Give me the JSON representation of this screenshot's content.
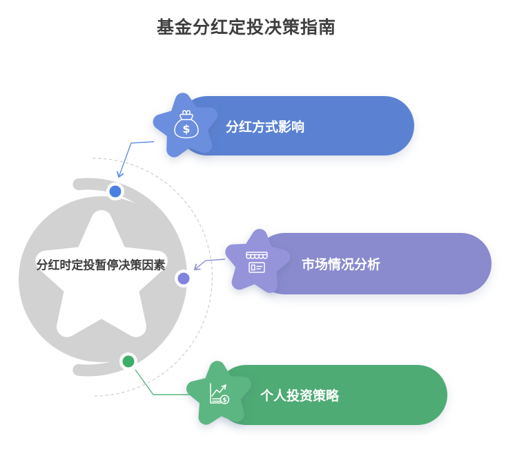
{
  "title": "基金分红定投决策指南",
  "hub": {
    "label": "分红时定投暂停决策因素",
    "ring_color": "#d2d2d2",
    "dashed_color": "#c9cdd4",
    "text_color": "#3d3d3d"
  },
  "items": [
    {
      "label": "分红方式影响",
      "icon": "money-bag-icon",
      "pill_color": "#5b82d2",
      "star_color": "#6b8edf",
      "dot_color": "#4a80e4",
      "connector_color": "#5e8fe4"
    },
    {
      "label": "市场情况分析",
      "icon": "market-stall-icon",
      "pill_color": "#898bce",
      "star_color": "#9593da",
      "dot_color": "#8184dc",
      "connector_color": "#8b8dd8"
    },
    {
      "label": "个人投资策略",
      "icon": "investment-chart-icon",
      "pill_color": "#4eab74",
      "star_color": "#5cb681",
      "dot_color": "#3ead68",
      "connector_color": "#57b480"
    }
  ]
}
